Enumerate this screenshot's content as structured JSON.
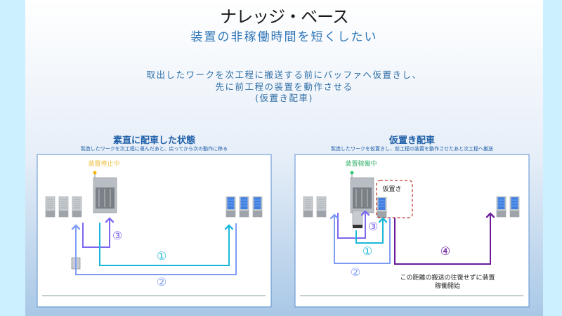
{
  "title": "ナレッジ・ベース",
  "subtitle": "装置の非稼働時間を短くしたい",
  "description": [
    "取出したワークを次工程に搬送する前にバッファへ仮置きし、",
    "先に前工程の装置を動作させる",
    "(仮置き配車)"
  ],
  "left_panel": {
    "title": "素直に配車した状態",
    "subtitle": "製造したワークを次工程に運んだあと、戻ってから次の動作に移る",
    "status": "装置停止中",
    "labels": [
      "①",
      "②",
      "③"
    ]
  },
  "right_panel": {
    "title": "仮置き配車",
    "subtitle": "製造したワークを仮置きし、前工程の装置を動作させたあと次工程へ搬送",
    "status": "装置稼働中",
    "buffer_label": "仮置き",
    "labels": [
      "①",
      "②",
      "③",
      "④"
    ],
    "note": [
      "この距離の搬送の往復せずに装置",
      "稼働開始"
    ]
  },
  "colors": {
    "arrow1": "#1ab8d8",
    "arrow2": "#7f9cf5",
    "arrow3": "#7b68ee",
    "arrow4": "#6a1b9a",
    "stopped": "#f0c040",
    "running": "#3cb371",
    "buffer": "#c0392b"
  }
}
